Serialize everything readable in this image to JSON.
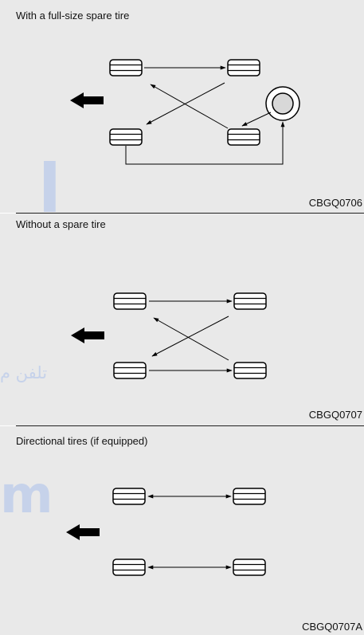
{
  "sections": [
    {
      "title": "With a full-size spare tire",
      "code": "CBGQ0706"
    },
    {
      "title": "Without a spare tire",
      "code": "CBGQ0707"
    },
    {
      "title": "Directional tires (if equipped)",
      "code": "CBGQ0707A"
    }
  ],
  "watermark": {
    "glyph": "ا",
    "arabic_text": "تلفن م",
    "latin_text": "m"
  },
  "colors": {
    "panel": "#e9e9e9",
    "ink": "#000000",
    "watermark": "#c6d2ea"
  },
  "icons": {
    "direction": "forward-arrow-icon",
    "tire": "tire-icon",
    "spare": "spare-tire-icon"
  }
}
